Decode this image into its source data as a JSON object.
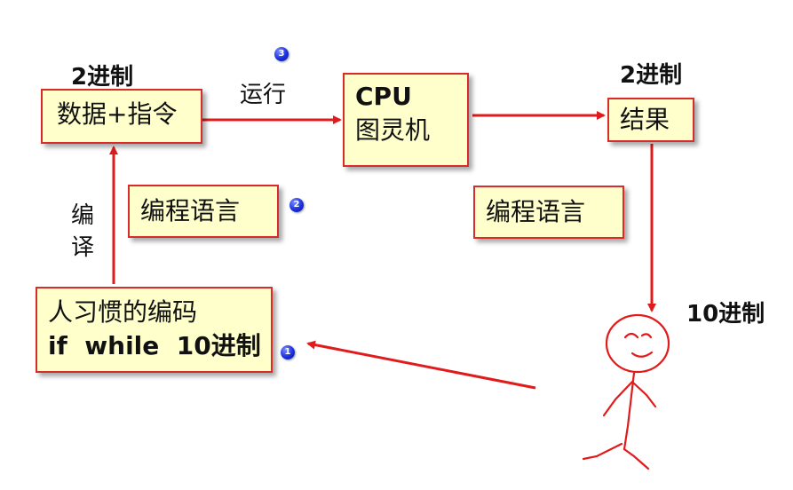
{
  "boxes": {
    "data_instructions": "数据+指令",
    "cpu_line1": "CPU",
    "cpu_line2": "图灵机",
    "result": "结果",
    "lang_left": "编程语言",
    "lang_right": "编程语言",
    "human_line1": "人习惯的编码",
    "human_line2": "if  while  10进制"
  },
  "labels": {
    "binary_top_left": "2进制",
    "binary_top_right": "2进制",
    "run": "运行",
    "compile_char1": "编",
    "compile_char2": "译",
    "decimal": "10进制"
  },
  "badges": {
    "one": "1",
    "two": "2",
    "three": "3"
  },
  "colors": {
    "box_fill": "#ffffcc",
    "box_border": "#d92b2b",
    "arrow": "#e11b1b",
    "badge": "#1a2fe0"
  }
}
